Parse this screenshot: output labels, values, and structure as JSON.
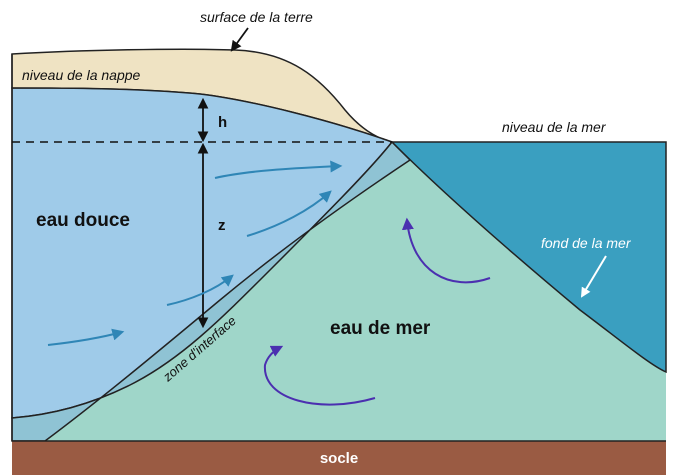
{
  "labels": {
    "surface_de_la_terre": "surface de la terre",
    "niveau_de_la_nappe": "niveau de la nappe",
    "niveau_de_la_mer": "niveau de la mer",
    "fond_de_la_mer": "fond de la mer",
    "eau_douce": "eau douce",
    "eau_de_mer": "eau de mer",
    "zone_d_interface": "zone d'interface",
    "socle": "socle",
    "h": "h",
    "z": "z"
  },
  "colors": {
    "land": "#efe3c3",
    "fresh_water": "#9fcbe9",
    "interface_zone": "#8fc3d4",
    "sea_water": "#9fd6c9",
    "sea": "#3a9fc0",
    "bedrock": "#9a5b43",
    "flow_arrow_blue": "#2f86b6",
    "flow_arrow_purple": "#4b2fb0"
  }
}
